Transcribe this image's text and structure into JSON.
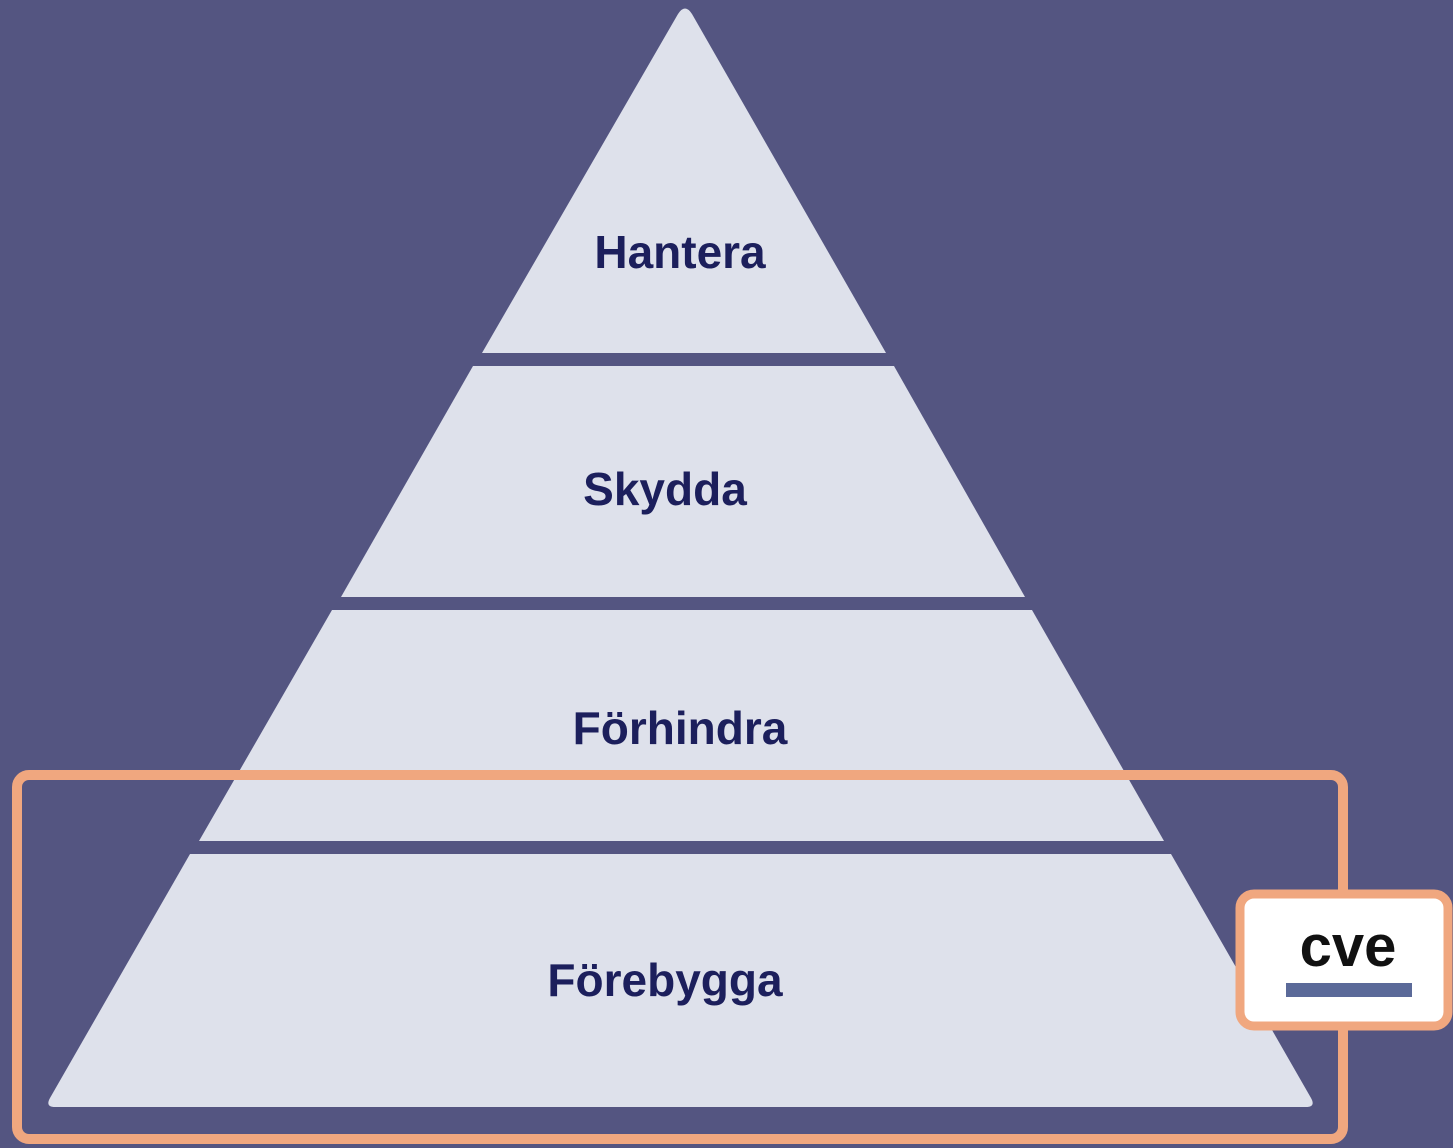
{
  "diagram": {
    "type": "pyramid",
    "tiers": [
      {
        "label": "Hantera"
      },
      {
        "label": "Skydda"
      },
      {
        "label": "Förhindra"
      },
      {
        "label": "Förebygga"
      }
    ],
    "highlight": {
      "tier": "Förebygga"
    }
  },
  "badge": {
    "text": "cve"
  },
  "colors": {
    "background": "#545581",
    "tier_fill": "#dee1eb",
    "label_text": "#1c1f5c",
    "highlight_border": "#f0a77f",
    "badge_background": "#ffffff",
    "badge_text": "#111111",
    "badge_underline": "#5b6a99"
  }
}
